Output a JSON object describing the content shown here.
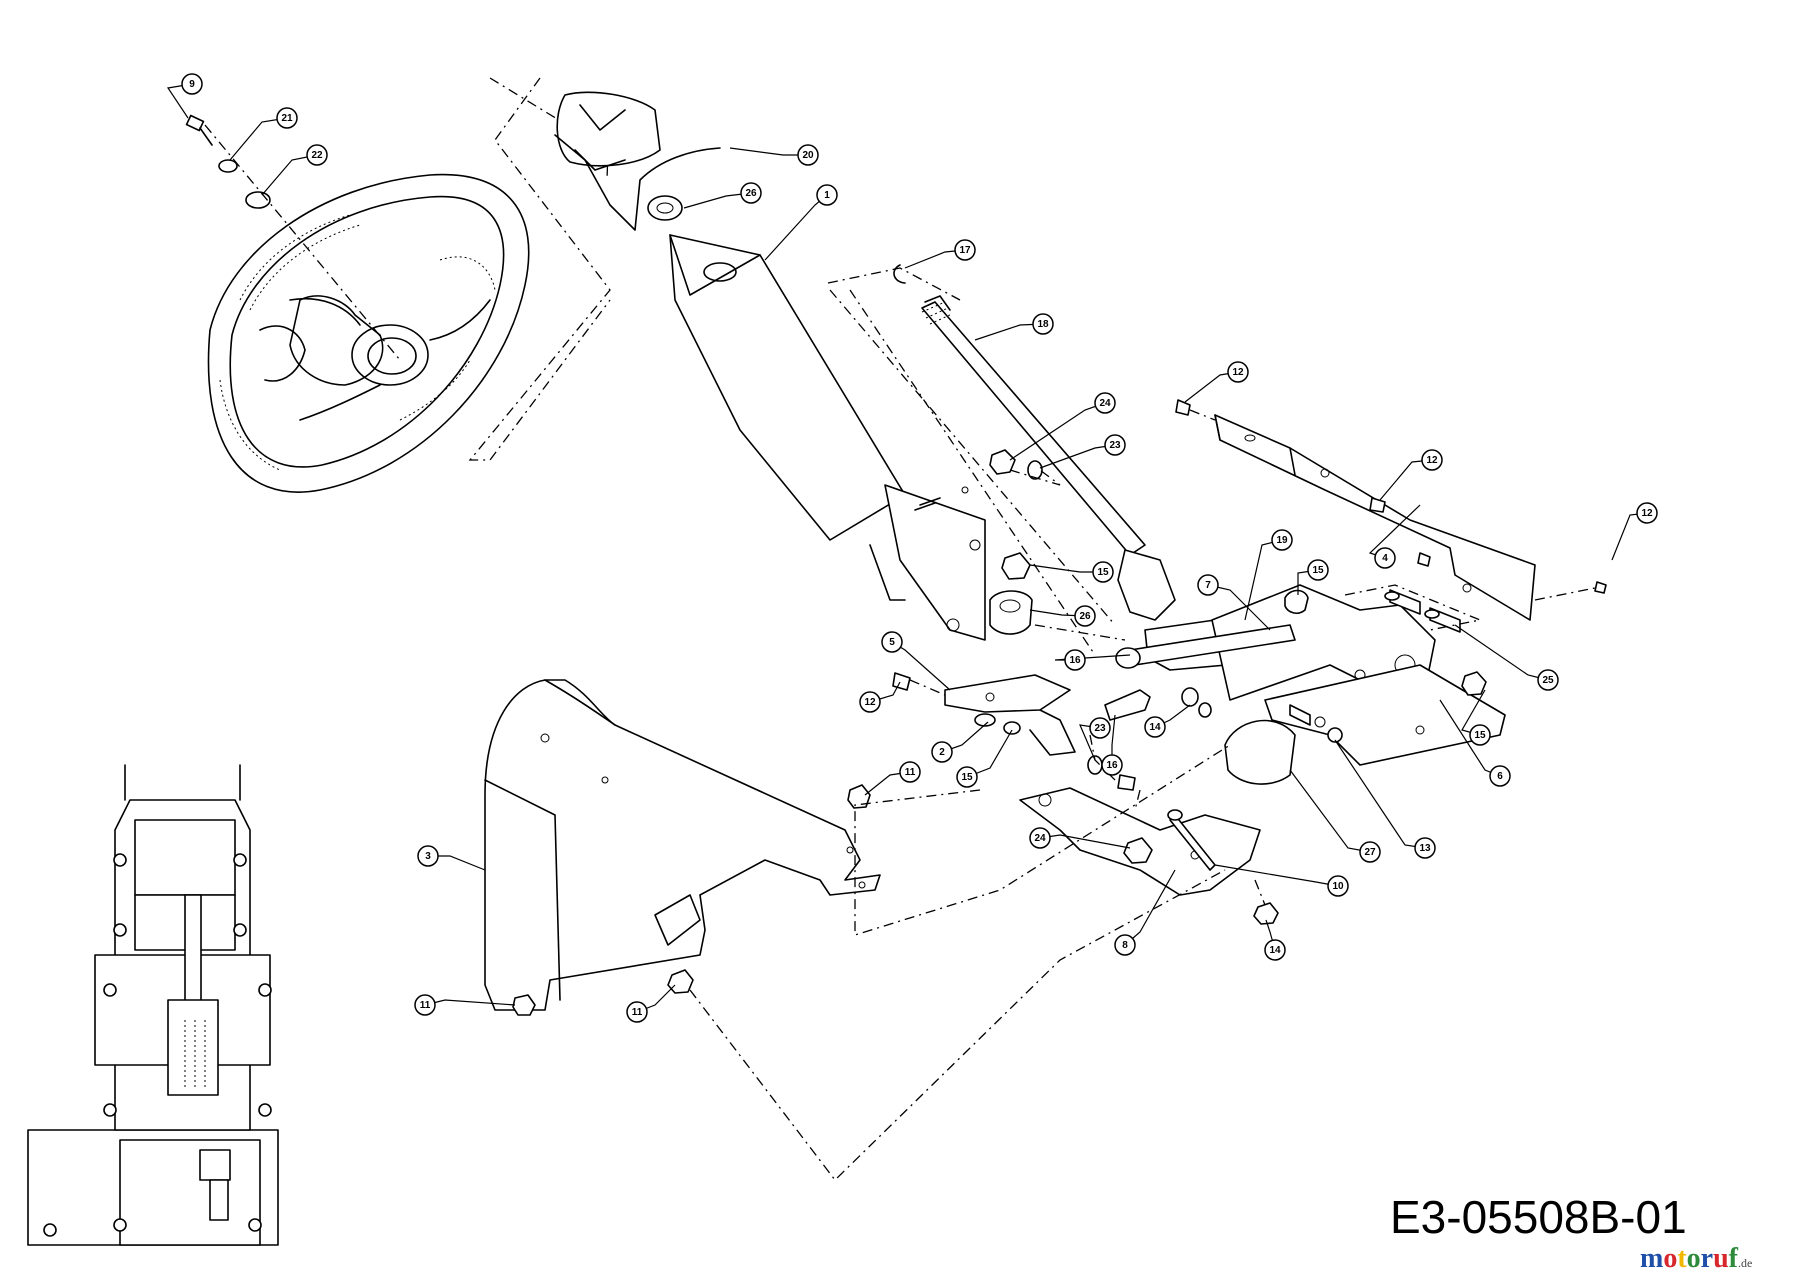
{
  "drawing_code": "E3-05508B-01",
  "watermark": {
    "name": "motoruf",
    "domain": ".de",
    "colors": [
      "#1f4fa8",
      "#d8262d",
      "#f2b800",
      "#2e8b3c",
      "#1f4fa8",
      "#d8262d",
      "#2e8b3c"
    ]
  },
  "callouts": [
    {
      "label": "9"
    },
    {
      "label": "21"
    },
    {
      "label": "22"
    },
    {
      "label": "20"
    },
    {
      "label": "26"
    },
    {
      "label": "1"
    },
    {
      "label": "17"
    },
    {
      "label": "18"
    },
    {
      "label": "12"
    },
    {
      "label": "24"
    },
    {
      "label": "23"
    },
    {
      "label": "12"
    },
    {
      "label": "12"
    },
    {
      "label": "4"
    },
    {
      "label": "15"
    },
    {
      "label": "19"
    },
    {
      "label": "15"
    },
    {
      "label": "7"
    },
    {
      "label": "26"
    },
    {
      "label": "25"
    },
    {
      "label": "5"
    },
    {
      "label": "16"
    },
    {
      "label": "15"
    },
    {
      "label": "12"
    },
    {
      "label": "2"
    },
    {
      "label": "23"
    },
    {
      "label": "14"
    },
    {
      "label": "16"
    },
    {
      "label": "15"
    },
    {
      "label": "6"
    },
    {
      "label": "11"
    },
    {
      "label": "3"
    },
    {
      "label": "24"
    },
    {
      "label": "27"
    },
    {
      "label": "13"
    },
    {
      "label": "10"
    },
    {
      "label": "8"
    },
    {
      "label": "14"
    },
    {
      "label": "11"
    },
    {
      "label": "11"
    }
  ]
}
